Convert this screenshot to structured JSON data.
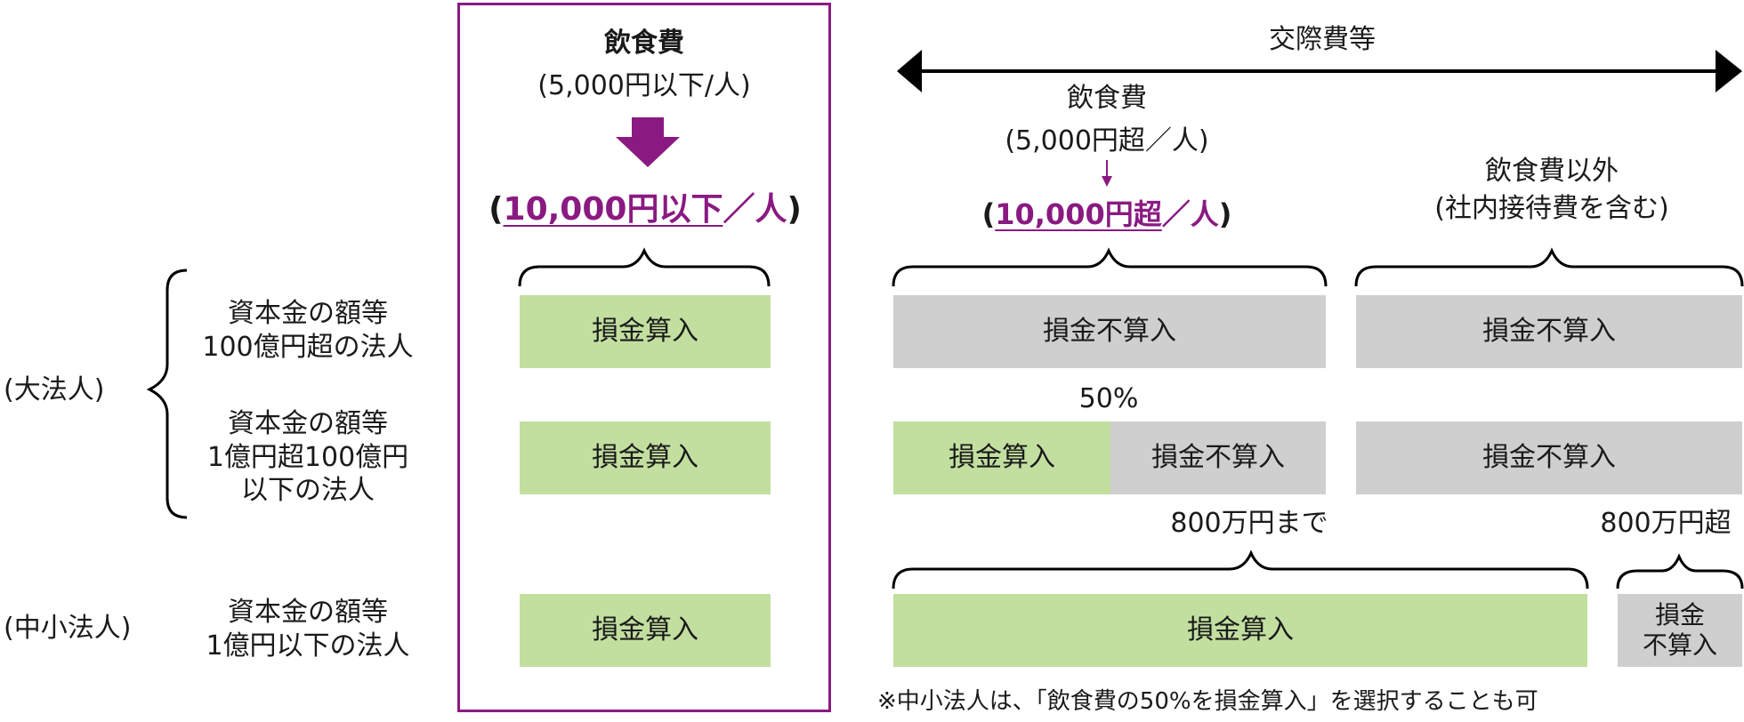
{
  "colors": {
    "accent": "#8a1a82",
    "green": "#c2dfa0",
    "gray": "#cfcfcf",
    "text": "#1a1a1a"
  },
  "col1": {
    "title": "飲食費",
    "subtitle": "(5,000円以下/人)",
    "new": {
      "open": "(",
      "amount": "10,000円以下",
      "slash_person": "／人",
      "close": ")"
    }
  },
  "col2": {
    "range_label": "交際費等",
    "title": "飲食費",
    "subtitle": "(5,000円超／人)",
    "new": {
      "open": "(",
      "amount": "10,000円超",
      "slash_person": "／人",
      "close": ")"
    }
  },
  "col3": {
    "line1": "飲食費以外",
    "line2": "(社内接待費を含む)"
  },
  "groups": {
    "large": "(大法人)",
    "small": "(中小法人)"
  },
  "rows": {
    "r1": "資本金の額等\n100億円超の法人",
    "r2": "資本金の額等\n1億円超100億円\n以下の法人",
    "r3": "資本金の額等\n1億円以下の法人"
  },
  "cells": {
    "deductible": "損金算入",
    "non_deductible": "損金不算入",
    "non_deductible_split": "損金\n不算入"
  },
  "labels": {
    "percent50": "50%",
    "up_to_800": "800万円まで",
    "over_800": "800万円超"
  },
  "note": "※中小法人は、「飲食費の50%を損金算入」を選択することも可"
}
